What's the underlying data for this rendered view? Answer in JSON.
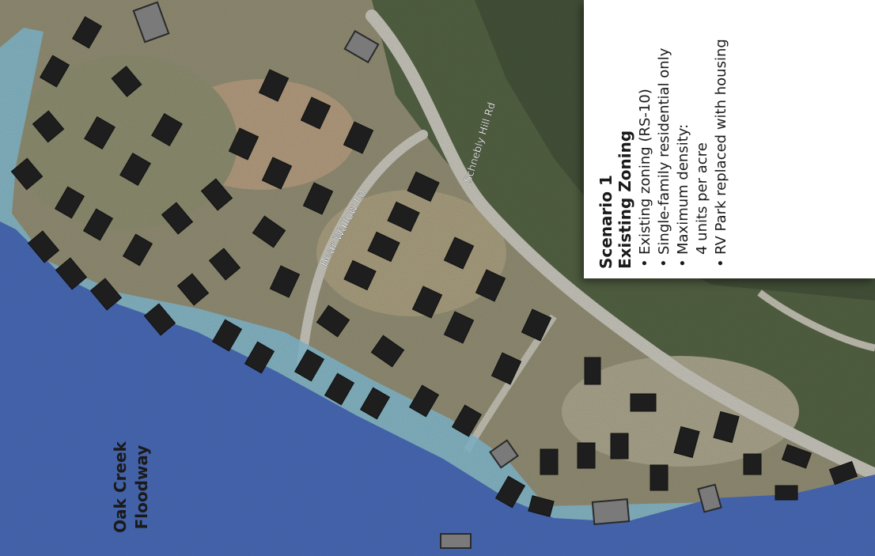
{
  "map": {
    "floodway_label_line1": "Oak Creek",
    "floodway_label_line2": "Floodway",
    "road_bear_wallow": "Bear Wallow Ln",
    "road_schnebly": "Schnebly Hill Rd"
  },
  "legend": {
    "scenario": "Scenario 1",
    "title": "Existing Zoning",
    "items": [
      {
        "text": "Existing zoning (RS-10)"
      },
      {
        "text": "Single-family residential only"
      },
      {
        "text": "Maximum density:",
        "cont": "4 units per acre"
      },
      {
        "text": "RV Park replaced with housing"
      }
    ]
  },
  "colors": {
    "floodway": "#3f63b8",
    "floodplain": "#7fbcd6",
    "houses": "#1e1e1e",
    "existing_buildings": "#7a7a7a"
  }
}
